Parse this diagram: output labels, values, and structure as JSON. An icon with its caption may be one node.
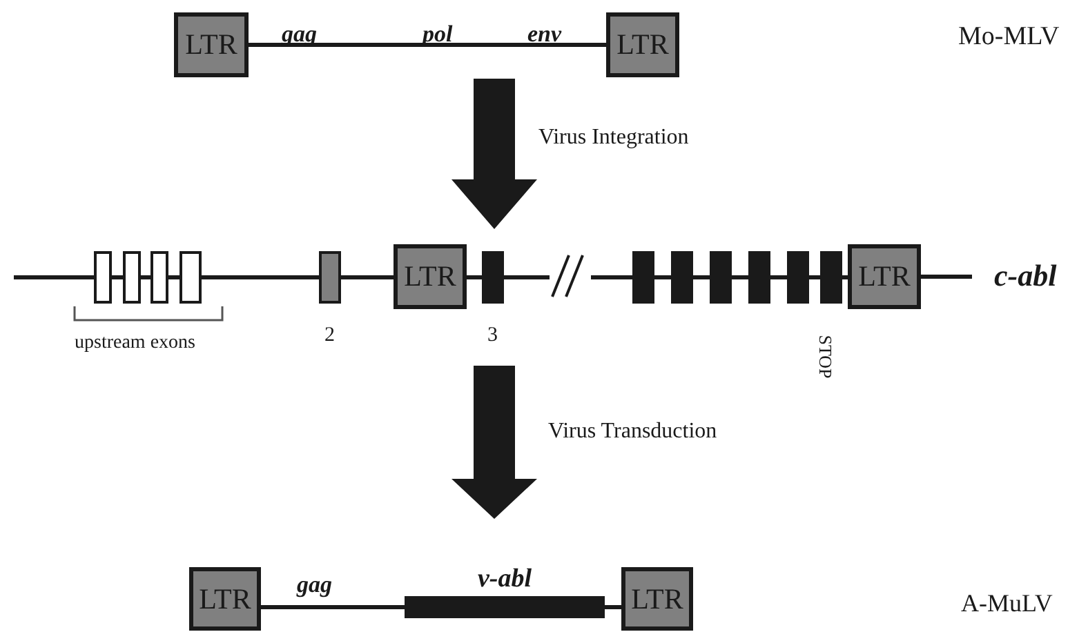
{
  "diagram": {
    "nodes": [
      {
        "text": [
          "LTR"
        ]
      },
      {
        "text": [
          "LTR"
        ]
      },
      {
        "text": [],
        "shape": "box"
      },
      {
        "text": [],
        "shape": "box"
      },
      {
        "text": [],
        "shape": "box"
      },
      {
        "text": [],
        "shape": "box"
      },
      {
        "text": [],
        "shape": "box",
        "beside": [
          "2"
        ]
      },
      {
        "text": [
          "LTR"
        ]
      },
      {
        "text": [],
        "shape": "box",
        "beside": [
          "3"
        ]
      },
      {
        "text": [],
        "shape": "box"
      },
      {
        "text": [],
        "shape": "box"
      },
      {
        "text": [],
        "shape": "box"
      },
      {
        "text": [],
        "shape": "box"
      },
      {
        "text": [],
        "shape": "box"
      },
      {
        "text": [],
        "shape": "box",
        "beside": [
          "STOP"
        ]
      },
      {
        "text": [
          "LTR"
        ]
      },
      {
        "text": [
          "LTR"
        ]
      },
      {
        "text": [
          "v-abl"
        ]
      },
      {
        "text": [
          "LTR"
        ]
      }
    ],
    "edges": [
      {
        "from": 0,
        "to": 1,
        "arrow": "none"
      },
      {
        "from": null,
        "to": 2,
        "arrow": "none"
      },
      {
        "from": 2,
        "to": 3,
        "arrow": "none"
      },
      {
        "from": 3,
        "to": 4,
        "arrow": "none"
      },
      {
        "from": 4,
        "to": 5,
        "arrow": "none"
      },
      {
        "from": 5,
        "to": 6,
        "arrow": "none"
      },
      {
        "from": 6,
        "to": 7,
        "arrow": "none"
      },
      {
        "from": 7,
        "to": 8,
        "arrow": "none"
      },
      {
        "from": 8,
        "to": 9,
        "arrow": "none"
      },
      {
        "from": 9,
        "to": 10,
        "arrow": "none"
      },
      {
        "from": 10,
        "to": 11,
        "arrow": "none"
      },
      {
        "from": 11,
        "to": 12,
        "arrow": "none"
      },
      {
        "from": 12,
        "to": 13,
        "arrow": "none"
      },
      {
        "from": 13,
        "to": 14,
        "arrow": "none"
      },
      {
        "from": 14,
        "to": 15,
        "arrow": "none"
      },
      {
        "from": 15,
        "to": null,
        "arrow": "none"
      },
      {
        "from": 16,
        "to": 17,
        "arrow": "none"
      },
      {
        "from": 17,
        "to": 18,
        "arrow": "none"
      }
    ],
    "labels": [
      "gag",
      "pol",
      "env",
      "Mo-MLV",
      "Virus Integration",
      "c-abl",
      "upstream exons",
      "Virus Transduction",
      "gag",
      "A-MuLV"
    ]
  }
}
